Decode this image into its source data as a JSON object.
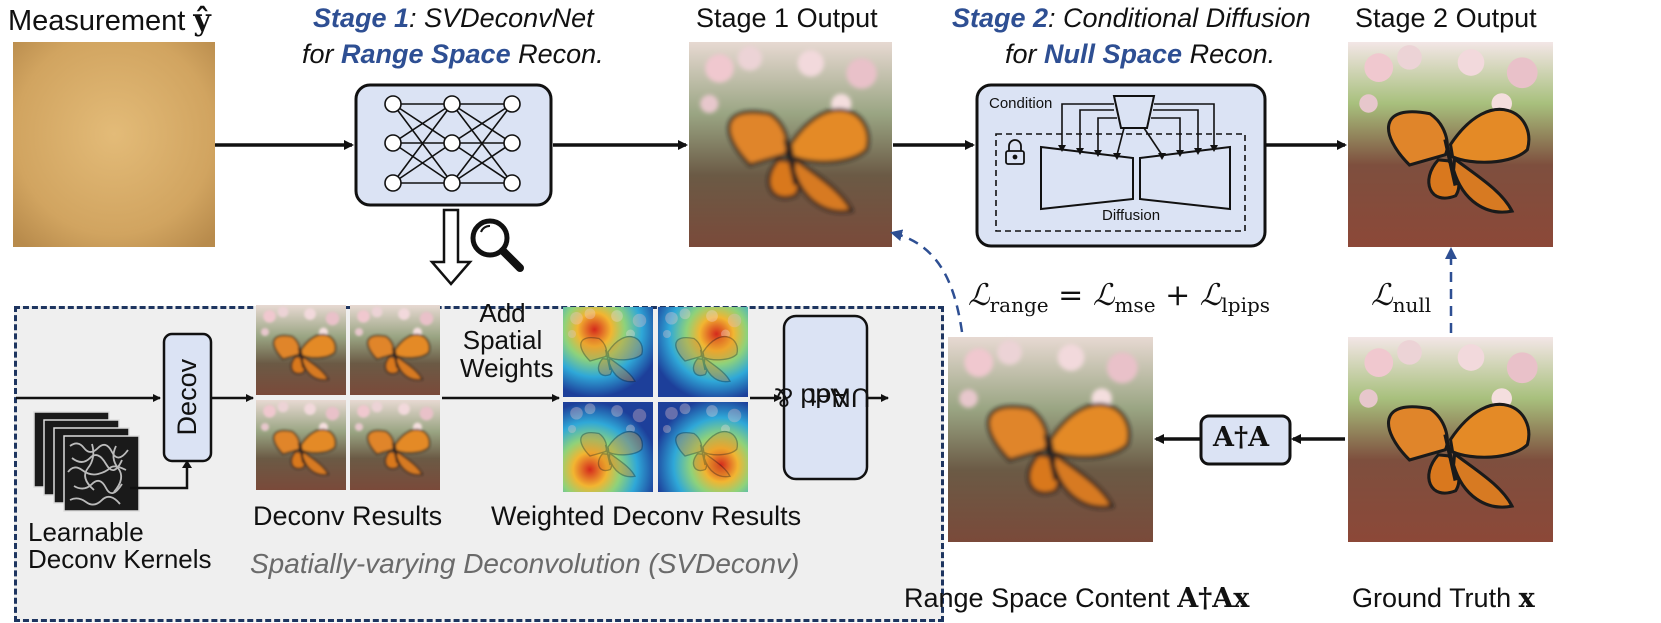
{
  "measurement": {
    "label": "Measurement",
    "symbol": "ŷ"
  },
  "stage1": {
    "name": "Stage 1",
    "colon_rest": ": SVDeconvNet",
    "line2_pre": "for ",
    "line2_bold": "Range Space",
    "line2_post": " Recon.",
    "output_label": "Stage 1 Output"
  },
  "stage2": {
    "name": "Stage 2",
    "colon_rest": ": Conditional Diffusion",
    "line2_pre": "for ",
    "line2_bold": "Null Space",
    "line2_post": " Recon.",
    "output_label": "Stage 2 Output",
    "condition_label": "Condition",
    "diffusion_label": "Diffusion"
  },
  "losses": {
    "range": "ℒrange = ℒmse + ℒlpips",
    "range_parts": {
      "L": "ℒ",
      "range_sub": "range",
      "mse_sub": "mse",
      "lpips_sub": "lpips"
    },
    "null_L": "ℒ",
    "null_sub": "null"
  },
  "operator": {
    "label": "A†A"
  },
  "range_content": {
    "label": "Range Space Content",
    "symbol": "A†Ax"
  },
  "ground_truth": {
    "label": "Ground Truth",
    "symbol": "x"
  },
  "svdeconv": {
    "decov_label": "Decov",
    "kernels_line1": "Learnable",
    "kernels_line2": "Deconv Kernels",
    "deconv_results": "Deconv Results",
    "add_weights_l1": "Add",
    "add_weights_l2": "Spatial",
    "add_weights_l3": "Weights",
    "weighted_results": "Weighted Deconv Results",
    "add_unet_l1": "Add &",
    "add_unet_l2": "UNet",
    "panel_title": "Spatially-varying Deconvolution (SVDeconv)"
  },
  "colors": {
    "accent_blue": "#2e4f93",
    "box_fill": "#dbe3f4",
    "panel_fill": "#efefef",
    "dash_blue": "#1e3560"
  },
  "icons": [
    "neural-network-icon",
    "magnifier-icon",
    "lock-icon",
    "down-arrow-icon"
  ]
}
